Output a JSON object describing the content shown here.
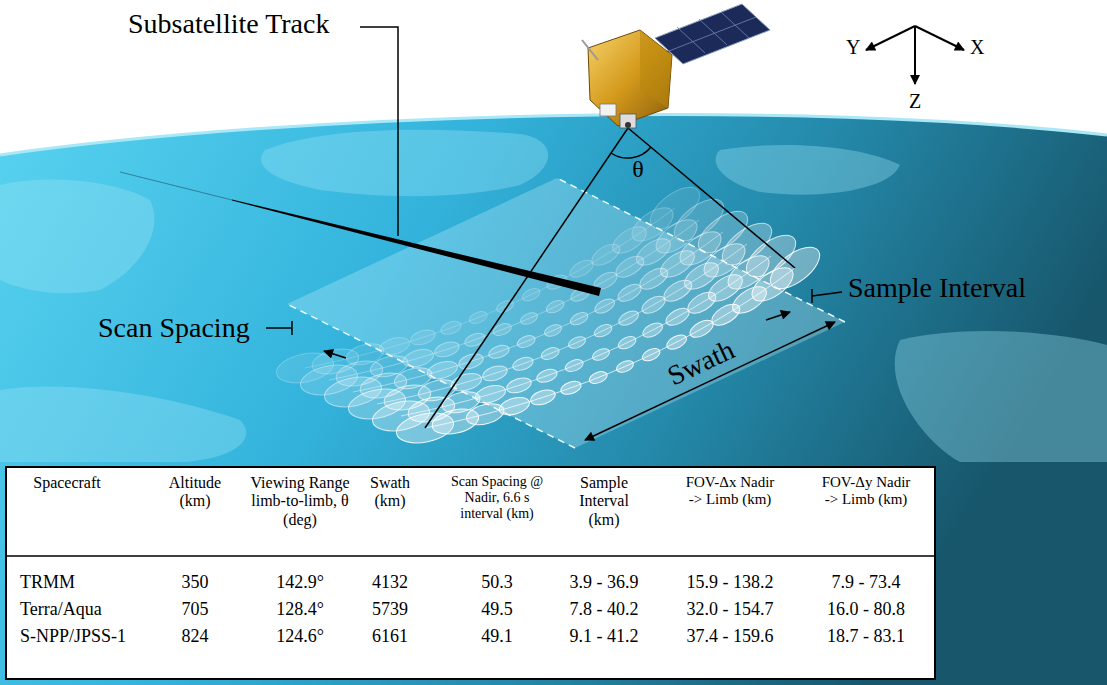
{
  "diagram": {
    "labels": [
      "Subsatellite Track",
      "θ",
      "Y",
      "X",
      "Z",
      "Sample Interval",
      "Scan Spacing",
      "Swath",
      "Spacecraft",
      "Altitude (km)",
      "Viewing Range limb-to-limb, θ (deg)",
      "Swath (km)",
      "Scan Spacing @ Nadir, 6.6 s interval (km)",
      "Sample Interval (km)",
      "FOV-Δx Nadir -> Limb (km)",
      "FOV-Δy Nadir -> Limb (km)",
      "TRMM",
      "350",
      "142.9°",
      "4132",
      "50.3",
      "3.9 - 36.9",
      "15.9 - 138.2",
      "7.9 - 73.4",
      "Terra/Aqua",
      "705",
      "128.4°",
      "5739",
      "49.5",
      "7.8 - 40.2",
      "32.0 - 154.7",
      "16.0 - 80.8",
      "S-NPP/JPSS-1",
      "824",
      "124.6°",
      "6161",
      "49.1",
      "9.1 - 41.2",
      "37.4 - 159.6",
      "18.7 - 83.1"
    ]
  }
}
